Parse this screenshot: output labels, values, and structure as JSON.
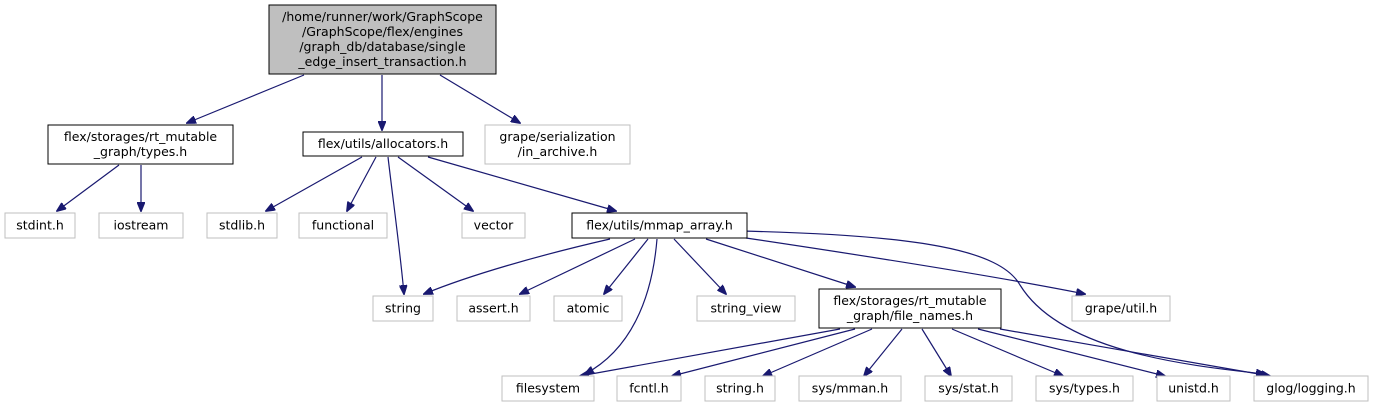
{
  "colors": {
    "edge": "#191970",
    "root_fill": "#bfbfbf",
    "root_border": "#000000",
    "internal_border": "#000000",
    "external_border": "#bfbfbf",
    "background": "#ffffff"
  },
  "nodes": [
    {
      "id": "root",
      "kind": "root",
      "lines": [
        "/home/runner/work/GraphScope",
        "/GraphScope/flex/engines",
        "/graph_db/database/single",
        "_edge_insert_transaction.h"
      ]
    },
    {
      "id": "types",
      "kind": "internal",
      "lines": [
        "flex/storages/rt_mutable",
        "_graph/types.h"
      ]
    },
    {
      "id": "allocators",
      "kind": "internal",
      "lines": [
        "flex/utils/allocators.h"
      ]
    },
    {
      "id": "in_archive",
      "kind": "external",
      "lines": [
        "grape/serialization",
        "/in_archive.h"
      ]
    },
    {
      "id": "stdint",
      "kind": "external",
      "lines": [
        "stdint.h"
      ]
    },
    {
      "id": "iostream",
      "kind": "external",
      "lines": [
        "iostream"
      ]
    },
    {
      "id": "stdlib",
      "kind": "external",
      "lines": [
        "stdlib.h"
      ]
    },
    {
      "id": "functional",
      "kind": "external",
      "lines": [
        "functional"
      ]
    },
    {
      "id": "vector",
      "kind": "external",
      "lines": [
        "vector"
      ]
    },
    {
      "id": "mmap_array",
      "kind": "internal",
      "lines": [
        "flex/utils/mmap_array.h"
      ]
    },
    {
      "id": "string",
      "kind": "external",
      "lines": [
        "string"
      ]
    },
    {
      "id": "assert",
      "kind": "external",
      "lines": [
        "assert.h"
      ]
    },
    {
      "id": "atomic",
      "kind": "external",
      "lines": [
        "atomic"
      ]
    },
    {
      "id": "string_view",
      "kind": "external",
      "lines": [
        "string_view"
      ]
    },
    {
      "id": "file_names",
      "kind": "internal",
      "lines": [
        "flex/storages/rt_mutable",
        "_graph/file_names.h"
      ]
    },
    {
      "id": "grape_util",
      "kind": "external",
      "lines": [
        "grape/util.h"
      ]
    },
    {
      "id": "filesystem",
      "kind": "external",
      "lines": [
        "filesystem"
      ]
    },
    {
      "id": "fcntl",
      "kind": "external",
      "lines": [
        "fcntl.h"
      ]
    },
    {
      "id": "string_h",
      "kind": "external",
      "lines": [
        "string.h"
      ]
    },
    {
      "id": "sys_mman",
      "kind": "external",
      "lines": [
        "sys/mman.h"
      ]
    },
    {
      "id": "sys_stat",
      "kind": "external",
      "lines": [
        "sys/stat.h"
      ]
    },
    {
      "id": "sys_types",
      "kind": "external",
      "lines": [
        "sys/types.h"
      ]
    },
    {
      "id": "unistd",
      "kind": "external",
      "lines": [
        "unistd.h"
      ]
    },
    {
      "id": "glog",
      "kind": "external",
      "lines": [
        "glog/logging.h"
      ]
    }
  ],
  "edges": [
    [
      "root",
      "types"
    ],
    [
      "root",
      "allocators"
    ],
    [
      "root",
      "in_archive"
    ],
    [
      "types",
      "stdint"
    ],
    [
      "types",
      "iostream"
    ],
    [
      "allocators",
      "stdlib"
    ],
    [
      "allocators",
      "functional"
    ],
    [
      "allocators",
      "string"
    ],
    [
      "allocators",
      "vector"
    ],
    [
      "allocators",
      "mmap_array"
    ],
    [
      "mmap_array",
      "string"
    ],
    [
      "mmap_array",
      "assert"
    ],
    [
      "mmap_array",
      "atomic"
    ],
    [
      "mmap_array",
      "string_view"
    ],
    [
      "mmap_array",
      "file_names"
    ],
    [
      "mmap_array",
      "grape_util"
    ],
    [
      "mmap_array",
      "glog"
    ],
    [
      "mmap_array",
      "filesystem"
    ],
    [
      "file_names",
      "filesystem"
    ],
    [
      "file_names",
      "fcntl"
    ],
    [
      "file_names",
      "string_h"
    ],
    [
      "file_names",
      "sys_mman"
    ],
    [
      "file_names",
      "sys_stat"
    ],
    [
      "file_names",
      "sys_types"
    ],
    [
      "file_names",
      "unistd"
    ],
    [
      "file_names",
      "glog"
    ]
  ]
}
